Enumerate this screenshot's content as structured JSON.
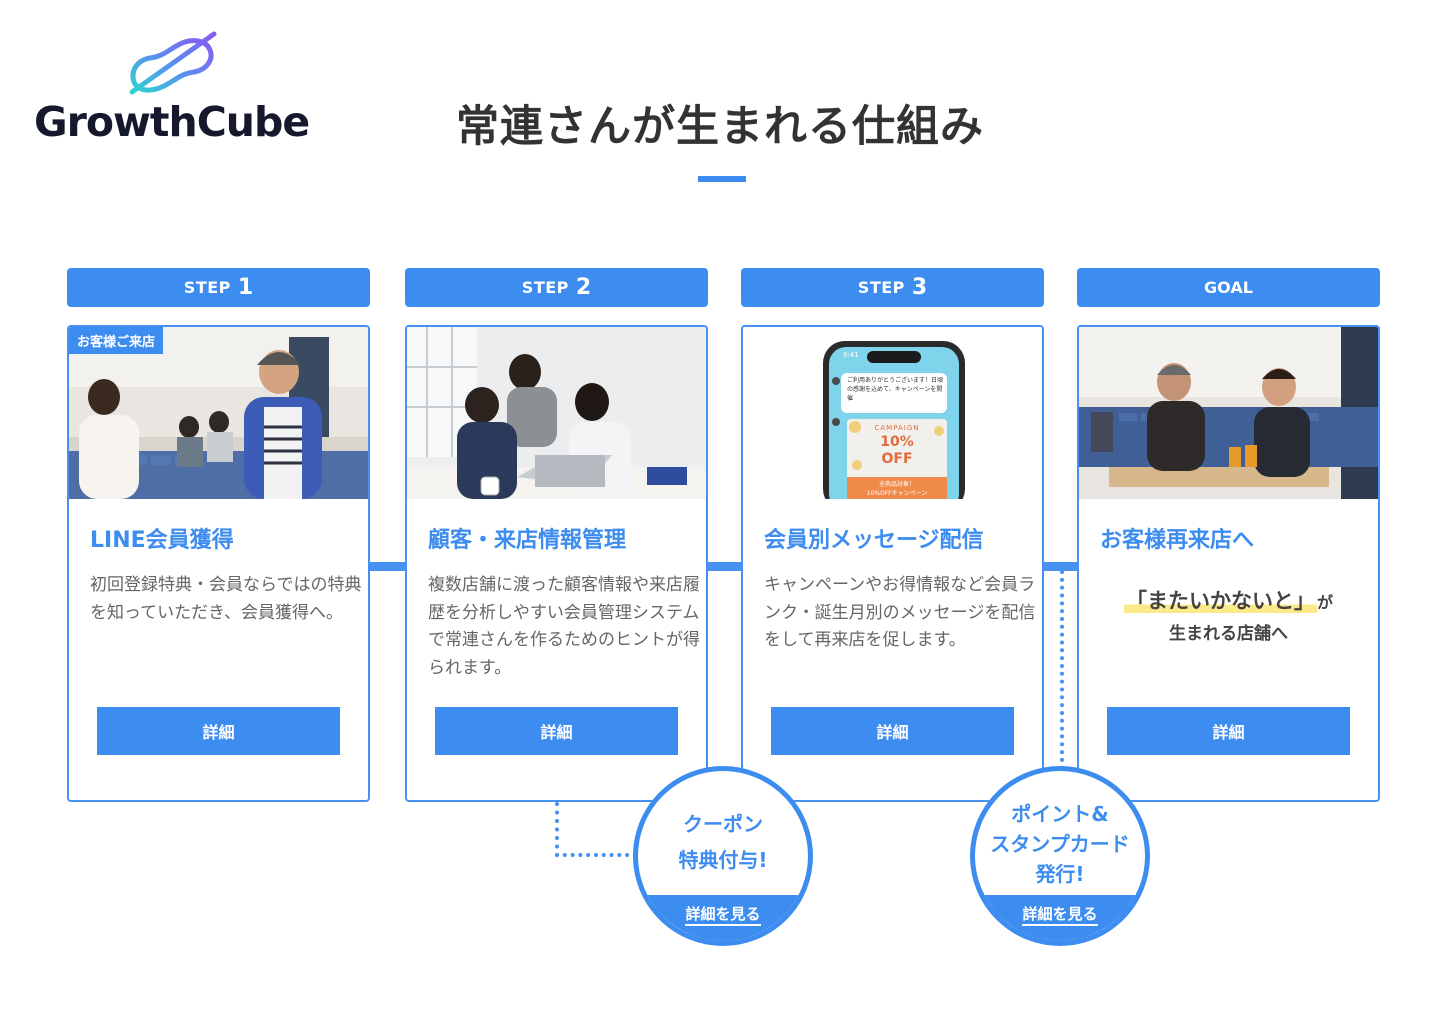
{
  "brand": {
    "name": "GrowthCube"
  },
  "title": "常連さんが生まれる仕組み",
  "steps": [
    {
      "header_word": "STEP",
      "header_num": "1",
      "badge": "お客様ご来店",
      "title": "LINE会員獲得",
      "description": "初回登録特典・会員ならではの特典を知っていただき、会員獲得へ。",
      "button": "詳細"
    },
    {
      "header_word": "STEP",
      "header_num": "2",
      "title": "顧客・来店情報管理",
      "description": "複数店舗に渡った顧客情報や来店履歴を分析しやすい会員管理システムで常連さんを作るためのヒントが得られます。",
      "button": "詳細"
    },
    {
      "header_word": "STEP",
      "header_num": "3",
      "title": "会員別メッセージ配信",
      "description": "キャンペーンやお得情報など会員ランク・誕生月別のメッセージを配信をして再来店を促します。",
      "button": "詳細",
      "phone": {
        "time": "9:41",
        "message": "ご利用ありがとうございます！日頃の感謝を込めて、キャンペーンを開催",
        "campaign_label": "CAMPAIGN",
        "campaign_value": "10%",
        "campaign_off": "OFF",
        "banner_line1": "全商品対象！",
        "banner_line2": "10%OFFキャンペーン"
      }
    },
    {
      "header_word": "GOAL",
      "title": "お客様再来店へ",
      "goal_quote": "「またいかないと」",
      "goal_ga": "が",
      "goal_line2": "生まれる店舗へ",
      "button": "詳細"
    }
  ],
  "circles": [
    {
      "text": "クーポン\n特典付与!",
      "line1": "クーポン",
      "line2": "特典付与!",
      "link": "詳細を見る"
    },
    {
      "line1": "ポイント&",
      "line2": "スタンプカード",
      "line3": "発行!",
      "link": "詳細を見る"
    }
  ],
  "colors": {
    "accent": "#3d8cf0",
    "highlight": "#fbe98a",
    "text": "#333333"
  }
}
